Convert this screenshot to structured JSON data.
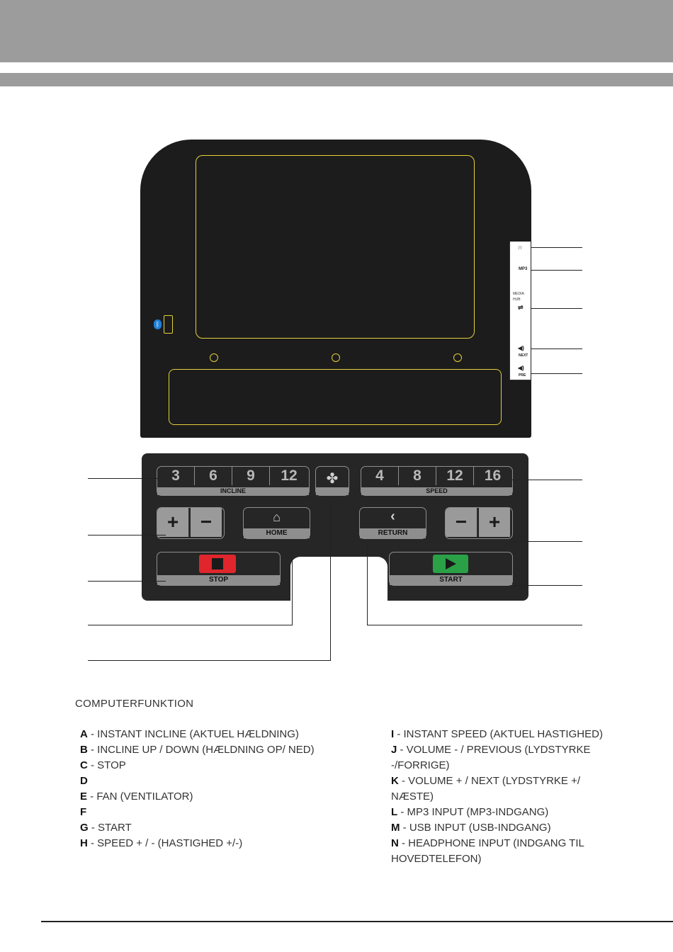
{
  "heading": "COMPUTERFUNKTION",
  "console": {
    "incline_keys": [
      "3",
      "6",
      "9",
      "12"
    ],
    "incline_label": "INCLINE",
    "speed_keys": [
      "4",
      "8",
      "12",
      "16"
    ],
    "speed_label": "SPEED",
    "plus": "+",
    "minus": "−",
    "home_label": "HOME",
    "return_label": "RETURN",
    "stop_label": "STOP",
    "start_label": "START",
    "media_hub": {
      "word": "MEDIA HUB",
      "mp3": "MP3",
      "next": "NEXT",
      "pre": "PRE"
    },
    "colors": {
      "accent_outline": "#e4d13a",
      "stop": "#e0262c",
      "start": "#2aa146",
      "bluetooth": "#1f7fd8"
    }
  },
  "legend_left": [
    {
      "letter": "A",
      "text": " - INSTANT INCLINE (AKTUEL HÆLDNING)"
    },
    {
      "letter": "B",
      "text": " - INCLINE UP / DOWN (HÆLDNING OP/ NED)"
    },
    {
      "letter": "C",
      "text": " - STOP"
    },
    {
      "letter": "D",
      "text": ""
    },
    {
      "letter": "E",
      "text": " - FAN (VENTILATOR)"
    },
    {
      "letter": "F",
      "text": ""
    },
    {
      "letter": "G",
      "text": " - START"
    },
    {
      "letter": "H",
      "text": " - SPEED + / - (HASTIGHED +/-)"
    }
  ],
  "legend_right": [
    {
      "letter": "I",
      "text": "  - INSTANT SPEED (AKTUEL HASTIGHED)"
    },
    {
      "letter": "J",
      "text": "  - VOLUME - / PREVIOUS (LYDSTYRKE -/FORRIGE)"
    },
    {
      "letter": "K",
      "text": "  - VOLUME + / NEXT (LYDSTYRKE +/ NÆSTE)"
    },
    {
      "letter": "L",
      "text": " - MP3 INPUT (MP3-INDGANG)"
    },
    {
      "letter": "M",
      "text": " - USB INPUT (USB-INDGANG)"
    },
    {
      "letter": "N",
      "text": " - HEADPHONE INPUT (INDGANG TIL HOVEDTELEFON)"
    }
  ]
}
